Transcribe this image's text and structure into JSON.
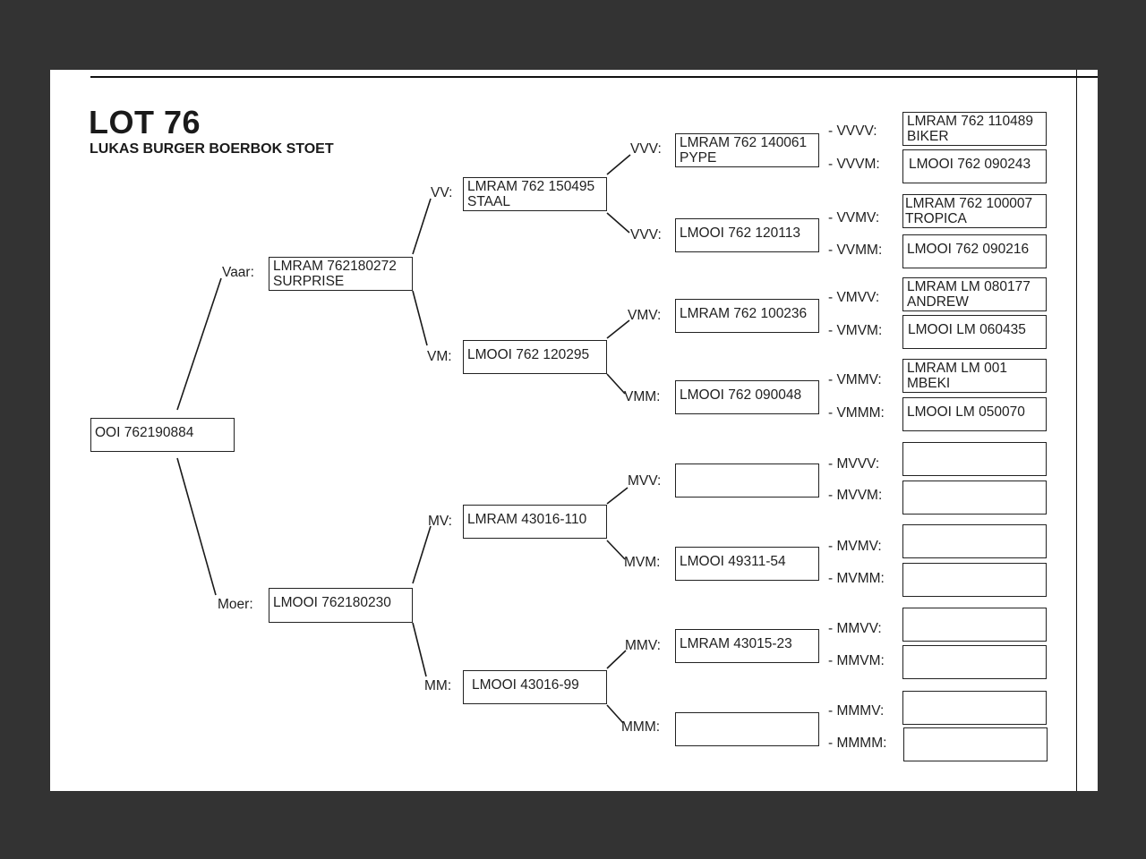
{
  "title": "LOT 76",
  "subtitle": "LUKAS BURGER BOERBOK STOET",
  "animal": {
    "id": "OOI 762190884"
  },
  "gen1": {
    "vaar": {
      "label": "Vaar:",
      "line1": "LMRAM 762180272",
      "line2": "SURPRISE"
    },
    "moer": {
      "label": "Moer:",
      "line1": "LMOOI 762180230",
      "line2": ""
    }
  },
  "gen2": {
    "vv": {
      "label": "VV:",
      "line1": "LMRAM 762 150495",
      "line2": "STAAL"
    },
    "vm": {
      "label": "VM:",
      "line1": "LMOOI 762 120295",
      "line2": ""
    },
    "mv": {
      "label": "MV:",
      "line1": "LMRAM 43016-110",
      "line2": ""
    },
    "mm": {
      "label": "MM:",
      "line1": "LMOOI 43016-99",
      "line2": ""
    }
  },
  "gen3": {
    "vvv": {
      "label": "VVV:",
      "line1": "LMRAM 762 140061",
      "line2": "PYPE"
    },
    "vvm": {
      "label": "VVV:",
      "line1": "LMOOI 762 120113",
      "line2": ""
    },
    "vmv": {
      "label": "VMV:",
      "line1": "LMRAM 762 100236",
      "line2": ""
    },
    "vmm": {
      "label": "VMM:",
      "line1": "LMOOI 762 090048",
      "line2": ""
    },
    "mvv": {
      "label": "MVV:",
      "line1": "",
      "line2": ""
    },
    "mvm": {
      "label": "MVM:",
      "line1": "LMOOI 49311-54",
      "line2": ""
    },
    "mmv": {
      "label": "MMV:",
      "line1": "LMRAM 43015-23",
      "line2": ""
    },
    "mmm": {
      "label": "MMM:",
      "line1": "",
      "line2": ""
    }
  },
  "gen4": {
    "vvvv": {
      "label": "- VVVV:",
      "line1": "LMRAM 762 110489",
      "line2": "BIKER"
    },
    "vvvm": {
      "label": "- VVVM:",
      "line1": "LMOOI 762 090243",
      "line2": ""
    },
    "vvmv": {
      "label": "- VVMV:",
      "line1": "LMRAM 762 100007",
      "line2": "TROPICA"
    },
    "vvmm": {
      "label": "- VVMM:",
      "line1": "LMOOI 762 090216",
      "line2": ""
    },
    "vmvv": {
      "label": "- VMVV:",
      "line1": "LMRAM LM 080177",
      "line2": "ANDREW"
    },
    "vmvm": {
      "label": "- VMVM:",
      "line1": "LMOOI LM 060435",
      "line2": ""
    },
    "vmmv": {
      "label": "- VMMV:",
      "line1": "LMRAM LM 001",
      "line2": "MBEKI"
    },
    "vmmm": {
      "label": "- VMMM:",
      "line1": "LMOOI LM 050070",
      "line2": ""
    },
    "mvvv": {
      "label": "- MVVV:",
      "line1": "",
      "line2": ""
    },
    "mvvm": {
      "label": "- MVVM:",
      "line1": "",
      "line2": ""
    },
    "mvmv": {
      "label": "- MVMV:",
      "line1": "",
      "line2": ""
    },
    "mvmm": {
      "label": "- MVMM:",
      "line1": "",
      "line2": ""
    },
    "mmvv": {
      "label": "- MMVV:",
      "line1": "",
      "line2": ""
    },
    "mmvm": {
      "label": "- MMVM:",
      "line1": "",
      "line2": ""
    },
    "mmmv": {
      "label": "- MMMV:",
      "line1": "",
      "line2": ""
    },
    "mmmm": {
      "label": "- MMMM:",
      "line1": "",
      "line2": ""
    }
  }
}
